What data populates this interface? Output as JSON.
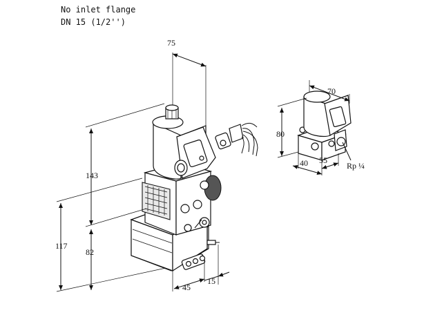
{
  "notes": {
    "line1": "No inlet flange",
    "line2": "DN 15 (1/2'')"
  },
  "dimensions": {
    "top_width": "75",
    "height_upper": "143",
    "height_total": "117",
    "height_lower": "82",
    "bottom_depth": "45",
    "bottom_offset": "15"
  },
  "detail_dimensions": {
    "width": "70",
    "height": "80",
    "base_left": "40",
    "base_right": "55",
    "thread": "Rp ¼"
  }
}
